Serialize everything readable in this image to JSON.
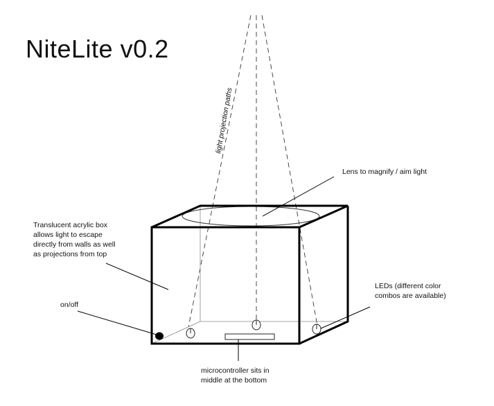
{
  "title": "NiteLite v0.2",
  "labels": {
    "projection": "light projection paths",
    "lens": "Lens to magnify / aim light",
    "box": [
      "Translucent acrylic box",
      "allows light to escape",
      "directly from walls as well",
      "as projections from top"
    ],
    "switch": "on/off",
    "leds": [
      "LEDs (different color",
      "combos are available)"
    ],
    "micro": [
      "microcontroller sits in",
      "middle at the bottom"
    ]
  }
}
